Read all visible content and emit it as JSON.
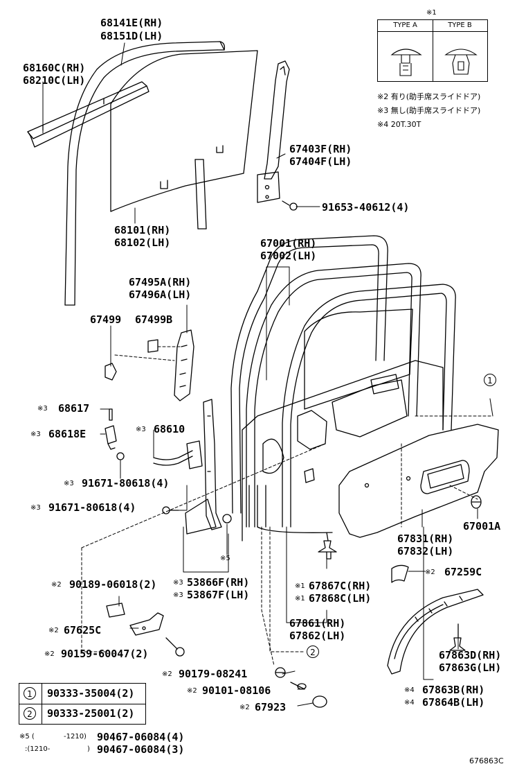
{
  "diagram_id": "676863C",
  "type_table": {
    "header_note": "※1",
    "col_a": "TYPE A",
    "col_b": "TYPE B"
  },
  "notes": {
    "n2": "※2 有り(助手席スライドドア)",
    "n3": "※3 無し(助手席スライドドア)",
    "n4": "※4 20T.30T"
  },
  "labels": {
    "p68141E": "68141E(RH)",
    "p68151D": "68151D(LH)",
    "p68160C": "68160C(RH)",
    "p68210C": "68210C(LH)",
    "p67403F": "67403F(RH)",
    "p67404F": "67404F(LH)",
    "p91653": "91653-40612(4)",
    "p68101": "68101(RH)",
    "p68102": "68102(LH)",
    "p67001": "67001(RH)",
    "p67002": "67002(LH)",
    "p67495A": "67495A(RH)",
    "p67496A": "67496A(LH)",
    "p67499": "67499",
    "p67499B": "67499B",
    "p68617": "68617",
    "p68617_mark": "※3",
    "p68618E": "68618E",
    "p68618E_mark": "※3",
    "p68610": "68610",
    "p68610_mark": "※3",
    "p91671a": "91671-80618(4)",
    "p91671a_mark": "※3",
    "p91671b": "91671-80618(4)",
    "p91671b_mark": "※3",
    "p67001A": "67001A",
    "p67831": "67831(RH)",
    "p67832": "67832(LH)",
    "p5_mark": "※5",
    "p90189": "90189-06018(2)",
    "p90189_mark": "※2",
    "p53866F": "53866F(RH)",
    "p53866F_mark": "※3",
    "p53867F": "53867F(LH)",
    "p53867F_mark": "※3",
    "p67867C": "67867C(RH)",
    "p67867C_mark": "※1",
    "p67868C": "67868C(LH)",
    "p67868C_mark": "※1",
    "p67259C": "67259C",
    "p67259C_mark": "※2",
    "p67625C": "67625C",
    "p67625C_mark": "※2",
    "p67861": "67861(RH)",
    "p67862": "67862(LH)",
    "p90159": "90159-60047(2)",
    "p90159_mark": "※2",
    "p67863D": "67863D(RH)",
    "p67863G": "67863G(LH)",
    "p90179": "90179-08241",
    "p90179_mark": "※2",
    "p90101": "90101-08106",
    "p90101_mark": "※2",
    "p67923": "67923",
    "p67923_mark": "※2",
    "p67863B": "67863B(RH)",
    "p67863B_mark": "※4",
    "p67864B": "67864B(LH)",
    "p67864B_mark": "※4"
  },
  "callouts": {
    "c1": "1",
    "c2": "2"
  },
  "legend": [
    {
      "num": "1",
      "value": "90333-35004(2)"
    },
    {
      "num": "2",
      "value": "90333-25001(2)"
    }
  ],
  "footnote": {
    "line1_mark": "※5 (",
    "line1_range": "-1210)",
    "line1_part": "90467-06084(4)",
    "line2_range": ":(1210-",
    "line2_close": ")",
    "line2_part": "90467-06084(3)"
  }
}
